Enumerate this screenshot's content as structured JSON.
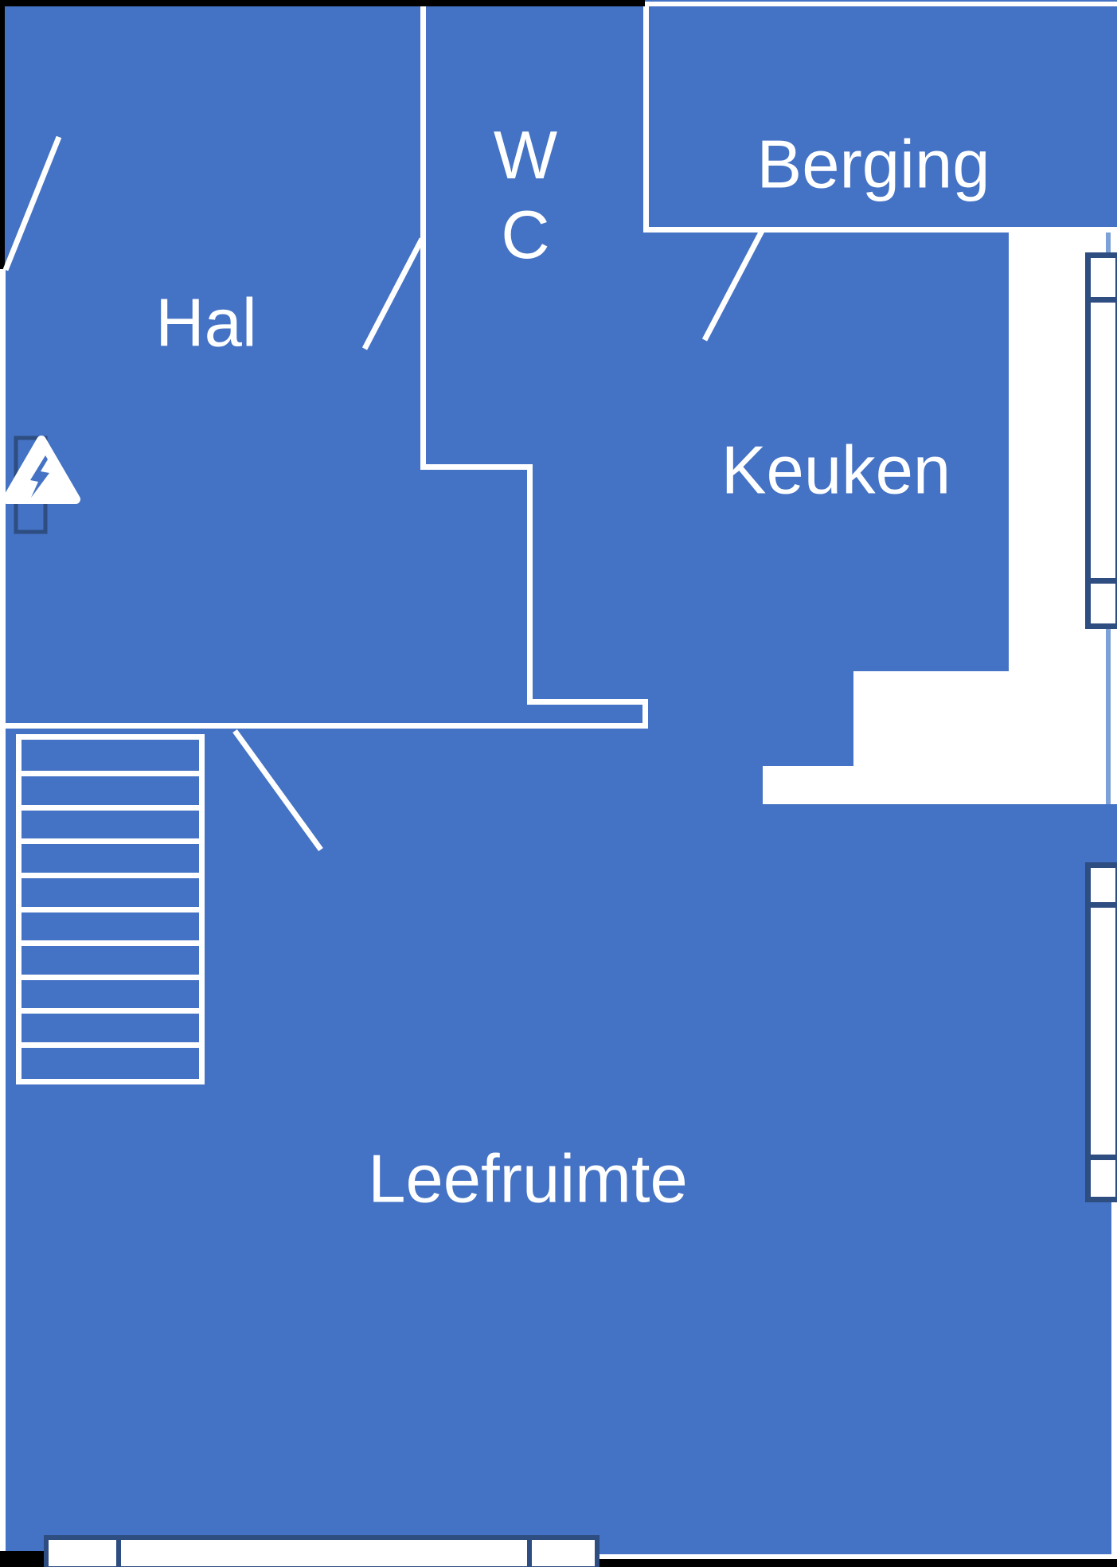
{
  "rooms": {
    "hal": {
      "label": "Hal"
    },
    "wc": {
      "line1": "W",
      "line2": "C"
    },
    "berging": {
      "label": "Berging"
    },
    "keuken": {
      "label": "Keuken"
    },
    "leefruimte": {
      "label": "Leefruimte"
    }
  },
  "stairs": {
    "tread_count": 9
  },
  "symbols": {
    "electrical_warning": "warning-triangle-lightning-bolt",
    "window_symbol_count": 3,
    "door_swing_count": 4
  },
  "colors": {
    "floor": "#4472C4",
    "wall": "#FFFFFF",
    "window_frame": "#2E4D80",
    "outer_border": "#000000",
    "wall_edge_light": "#7DA0D8"
  }
}
